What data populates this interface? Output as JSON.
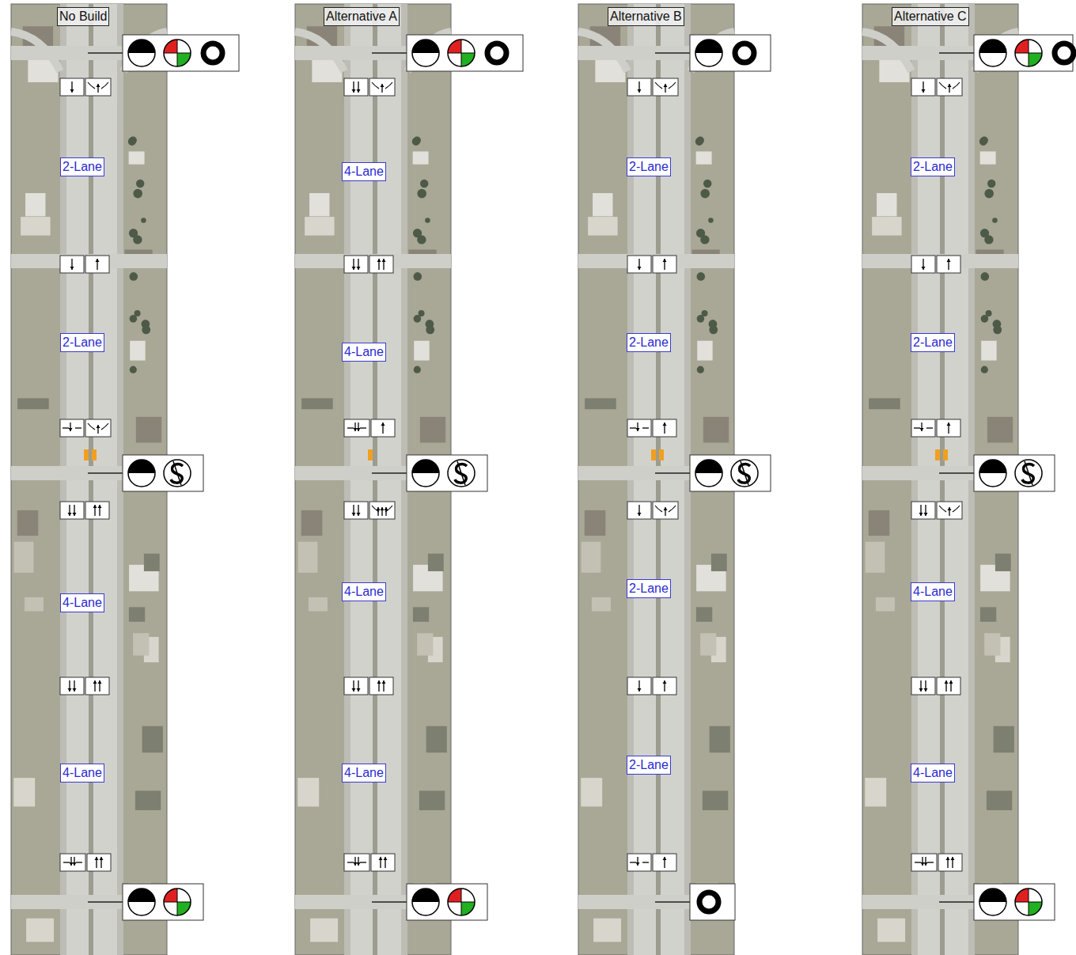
{
  "diagram": {
    "nodes": [
      {
        "text": [
          "No Build"
        ]
      },
      {
        "text": [
          "2-Lane"
        ]
      },
      {
        "text": [
          "2-Lane"
        ]
      },
      {
        "text": [
          "4-Lane"
        ]
      },
      {
        "text": [
          "4-Lane"
        ]
      },
      {
        "text": [
          "Alternative A"
        ]
      },
      {
        "text": [
          "4-Lane"
        ]
      },
      {
        "text": [
          "4-Lane"
        ]
      },
      {
        "text": [
          "4-Lane"
        ]
      },
      {
        "text": [
          "4-Lane"
        ]
      },
      {
        "text": [
          "Alternative B"
        ]
      },
      {
        "text": [
          "2-Lane"
        ]
      },
      {
        "text": [
          "2-Lane"
        ]
      },
      {
        "text": [
          "2-Lane"
        ]
      },
      {
        "text": [
          "2-Lane"
        ]
      },
      {
        "text": [
          "Alternative C"
        ]
      },
      {
        "text": [
          "2-Lane"
        ]
      },
      {
        "text": [
          "2-Lane"
        ]
      },
      {
        "text": [
          "4-Lane"
        ]
      },
      {
        "text": [
          "4-Lane"
        ]
      }
    ]
  }
}
